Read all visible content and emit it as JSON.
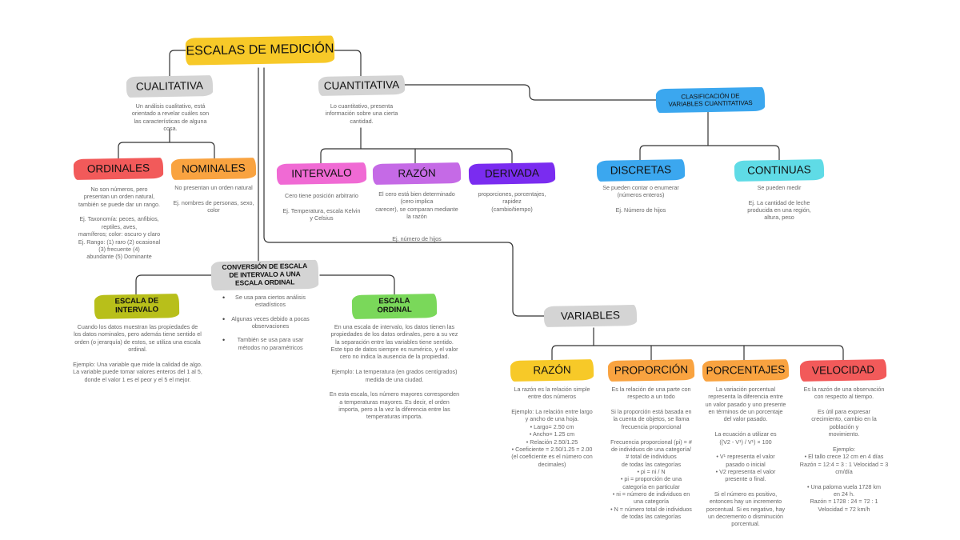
{
  "title": "ESCALAS DE MEDICIÓN",
  "colors": {
    "yellow": "#f7c928",
    "gray": "#d4d4d4",
    "red": "#f25a5a",
    "orange": "#f9a340",
    "pink": "#f06ad4",
    "purple": "#c56ae6",
    "violet": "#7a2cf0",
    "blue": "#3ba7ef",
    "teal": "#5fdbe6",
    "olive": "#b8bf1a",
    "green": "#7ad85a"
  },
  "cualitativa": {
    "label": "CUALITATIVA",
    "desc": "Un análisis cualitativo, está\norientado a revelar cuáles son\nlas características de alguna\ncosa.",
    "ordinales": {
      "label": "ORDINALES",
      "desc": "No son números, pero\npresentan un orden natural,\ntambién se puede dar un rango.\n\nEj. Taxonomía: peces, anfibios,\nreptiles, aves,\nmamíferos; color: oscuro y claro\nEj. Rango: (1) raro (2) ocasional\n(3) frecuente (4)\nabundante (5) Dominante"
    },
    "nominales": {
      "label": "NOMINALES",
      "desc": "No presentan un orden natural\n\nEj. nombres de personas, sexo,\ncolor"
    }
  },
  "cuantitativa": {
    "label": "CUANTITATIVA",
    "desc": "Lo cuantitativo, presenta\ninformación sobre una cierta\ncantidad.",
    "intervalo": {
      "label": "INTERVALO",
      "desc": "Cero tiene posición arbitrario\n\nEj. Temperatura, escala Kelvin\ny Celsius"
    },
    "razon": {
      "label": "RAZÓN",
      "desc": "El cero está bien determinado\n(cero implica\ncarecer), se comparan mediante\nla razón\n\n\nEj. número de hijos"
    },
    "derivada": {
      "label": "DERIVADA",
      "desc": "proporciones, porcentajes,\nrapidez\n(cambio/tiempo)"
    }
  },
  "clasificacion": {
    "label": "CLASIFICACIÓN DE VARIABLES CUANTITATIVAS",
    "discretas": {
      "label": "DISCRETAS",
      "desc": "Se pueden contar o enumerar\n(números enteros)\n\nEj. Número de hijos"
    },
    "continuas": {
      "label": "CONTINUAS",
      "desc": "Se pueden medir\n\nEj. La cantidad de leche\nproducida en una región,\naltura, peso"
    }
  },
  "conversion": {
    "label": "CONVERSIÓN DE ESCALA DE INTERVALO A UNA ESCALA ORDINAL",
    "bullets": [
      "Se usa para ciertos análisis estadísticos",
      "Algunas veces debido a pocas observaciones",
      "También se usa para usar métodos no paramétricos"
    ],
    "escala_intervalo": {
      "label": "ESCALA DE INTERVALO",
      "desc": "Cuando los datos muestran las propiedades de\nlos datos nominales, pero además tiene sentido el\norden (o jerarquía) de estos, se utiliza una escala\nordinal.\n\nEjemplo: Una variable que mide la calidad de algo.\nLa variable puede tomar valores enteros del 1 al 5,\ndonde el valor 1 es el peor y el 5 el mejor."
    },
    "escala_ordinal": {
      "label": "ESCALA ORDINAL",
      "desc": "En una escala de intervalo, los datos tienen las\npropiedades de los datos ordinales, pero a su vez\nla separación entre las variables tiene sentido.\nEste tipo de datos siempre es numérico, y el valor\ncero no indica la ausencia de la propiedad.\n\nEjemplo: La temperatura (en grados centígrados)\nmedida de una ciudad.\n\nEn esta escala, los número mayores corresponden\na temperaturas mayores. Es decir, el orden\nimporta, pero a la vez la diferencia entre las\ntemperaturas importa."
    }
  },
  "variables": {
    "label": "VARIABLES",
    "razon": {
      "label": "RAZÓN",
      "desc": "La razón es la relación simple\nentre dos números\n\nEjemplo: La relación entre largo\ny ancho de una hoja.\n• Largo= 2.50 cm\n• Ancho= 1.25 cm\n• Relación 2.50/1.25\n• Coeficiente = 2.50/1.25 = 2.00\n(el coeficiente es el número con\ndecimales)"
    },
    "proporcion": {
      "label": "PROPORCIÓN",
      "desc": "Es la relación de una parte con\nrespecto a un todo\n\nSi la proporción está basada en\nla cuenta de objetos, se llama\nfrecuencia proporcional\n\nFrecuencia proporcional (pi) = #\nde individuos de una categoría/\n# total de individuos\nde todas las categorías\n• pi = ni / N\n• pi = proporción de una\ncategoría en particular\n• ni = número de individuos en\nuna categoría\n• N = número total de individuos\nde todas las categorías"
    },
    "porcentajes": {
      "label": "PORCENTAJES",
      "desc": "La variación porcentual\nrepresenta la diferencia entre\nun valor pasado y uno presente\nen términos de un porcentaje\ndel valor pasado.\n\nLa ecuación a utilizar es\n((V2 - V¹) / V¹) × 100\n\n• V¹ representa el valor\npasado o inicial\n• V2 representa el valor\npresente o final.\n\nSi el número es positivo,\nentonces hay un incremento\nporcentual. Si es negativo, hay\nun decremento o disminución\nporcentual."
    },
    "velocidad": {
      "label": "VELOCIDAD",
      "desc": "Es la razón de una observación\ncon respecto al tiempo.\n\nEs útil para expresar\ncrecimiento, cambio en la\npoblación y\nmovimiento.\n\nEjemplo:\n• El tallo crece 12 cm en 4 días\nRazón = 12:4 = 3 : 1 Velocidad = 3\ncm/día\n\n• Una paloma vuela 1728 km\nen 24 h.\nRazón = 1728 : 24 = 72 : 1\nVelocidad = 72 km/h"
    }
  }
}
